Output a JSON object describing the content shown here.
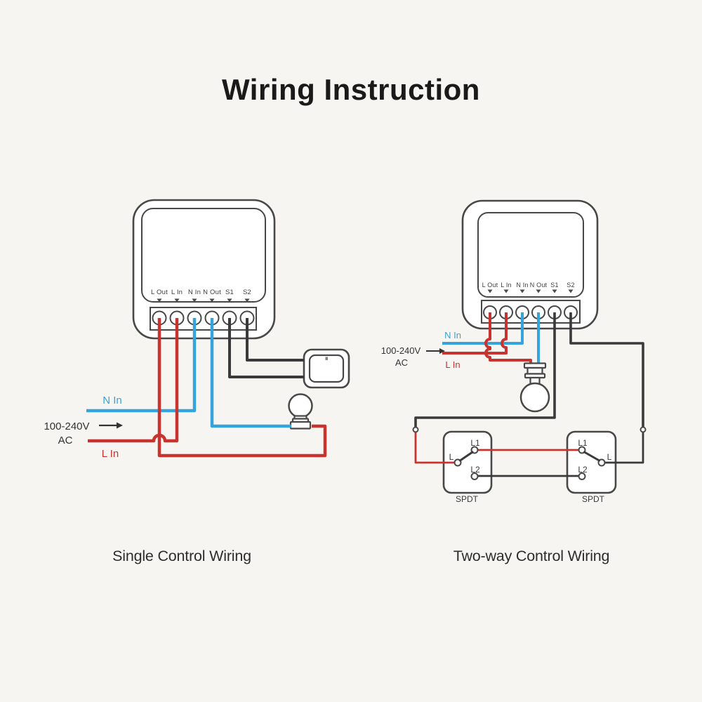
{
  "title": "Wiring Instruction",
  "colors": {
    "bg": "#f7f5f1",
    "red": "#c8332f",
    "blue": "#35a3dc",
    "dark": "#3a393b",
    "outline": "#484848"
  },
  "terminal_labels": [
    "L Out",
    "L In",
    "N In",
    "N Out",
    "S1",
    "S2"
  ],
  "left": {
    "caption": "Single Control Wiring",
    "n_in": "N In",
    "voltage": "100-240V",
    "ac": "AC",
    "l_in": "L In"
  },
  "right": {
    "caption": "Two-way Control Wiring",
    "n_in": "N In",
    "voltage": "100-240V",
    "ac": "AC",
    "l_in": "L In",
    "spdt": {
      "l1": "L1",
      "l": "L",
      "l2": "L2",
      "name": "SPDT"
    }
  }
}
